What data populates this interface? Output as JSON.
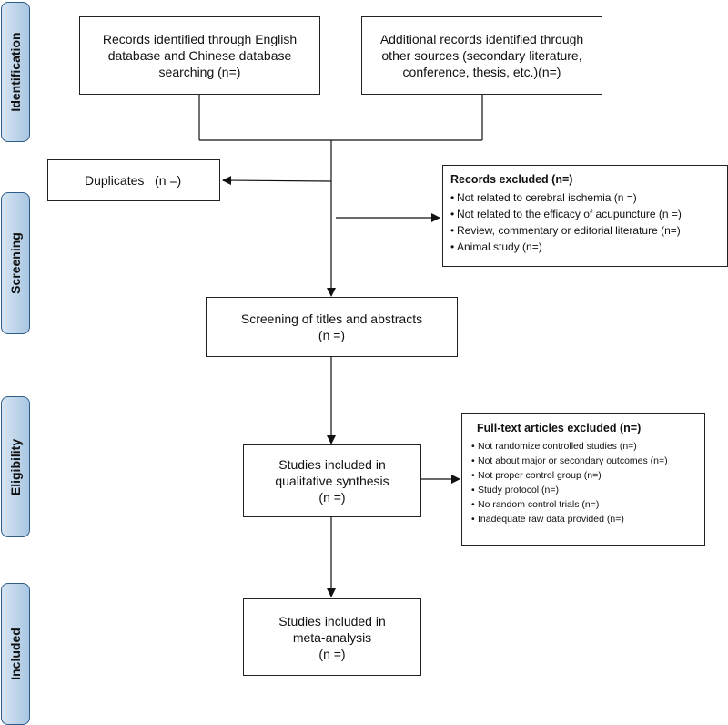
{
  "stages": [
    "Identification",
    "Screening",
    "Eligibility",
    "Included"
  ],
  "boxes": {
    "records_identified": [
      "Records identified through English",
      "database and Chinese database",
      "searching (n=)"
    ],
    "additional_records": [
      "Additional records identified through",
      "other sources (secondary literature,",
      "conference, thesis, etc.)(n=)"
    ],
    "duplicates": "Duplicates   (n =)",
    "screening": [
      "Screening of titles and abstracts",
      "(n =)"
    ],
    "qualitative": [
      "Studies included in",
      "qualitative synthesis",
      "(n =)"
    ],
    "meta": [
      "Studies included in",
      "meta-analysis",
      "(n =)"
    ]
  },
  "records_excluded": {
    "title": "Records excluded (n=)",
    "items": [
      "Not related to cerebral ischemia (n =)",
      "Not related to the efficacy of acupuncture (n =)",
      "Review, commentary or editorial literature (n=)",
      "Animal study (n=)"
    ]
  },
  "fulltext_excluded": {
    "title": "Full-text articles excluded (n=)",
    "items": [
      "Not randomize controlled studies (n=)",
      "Not about major or secondary outcomes (n=)",
      "Not proper control group (n=)",
      "Study protocol (n=)",
      "No random control trials (n=)",
      "Inadequate raw data provided (n=)"
    ]
  }
}
